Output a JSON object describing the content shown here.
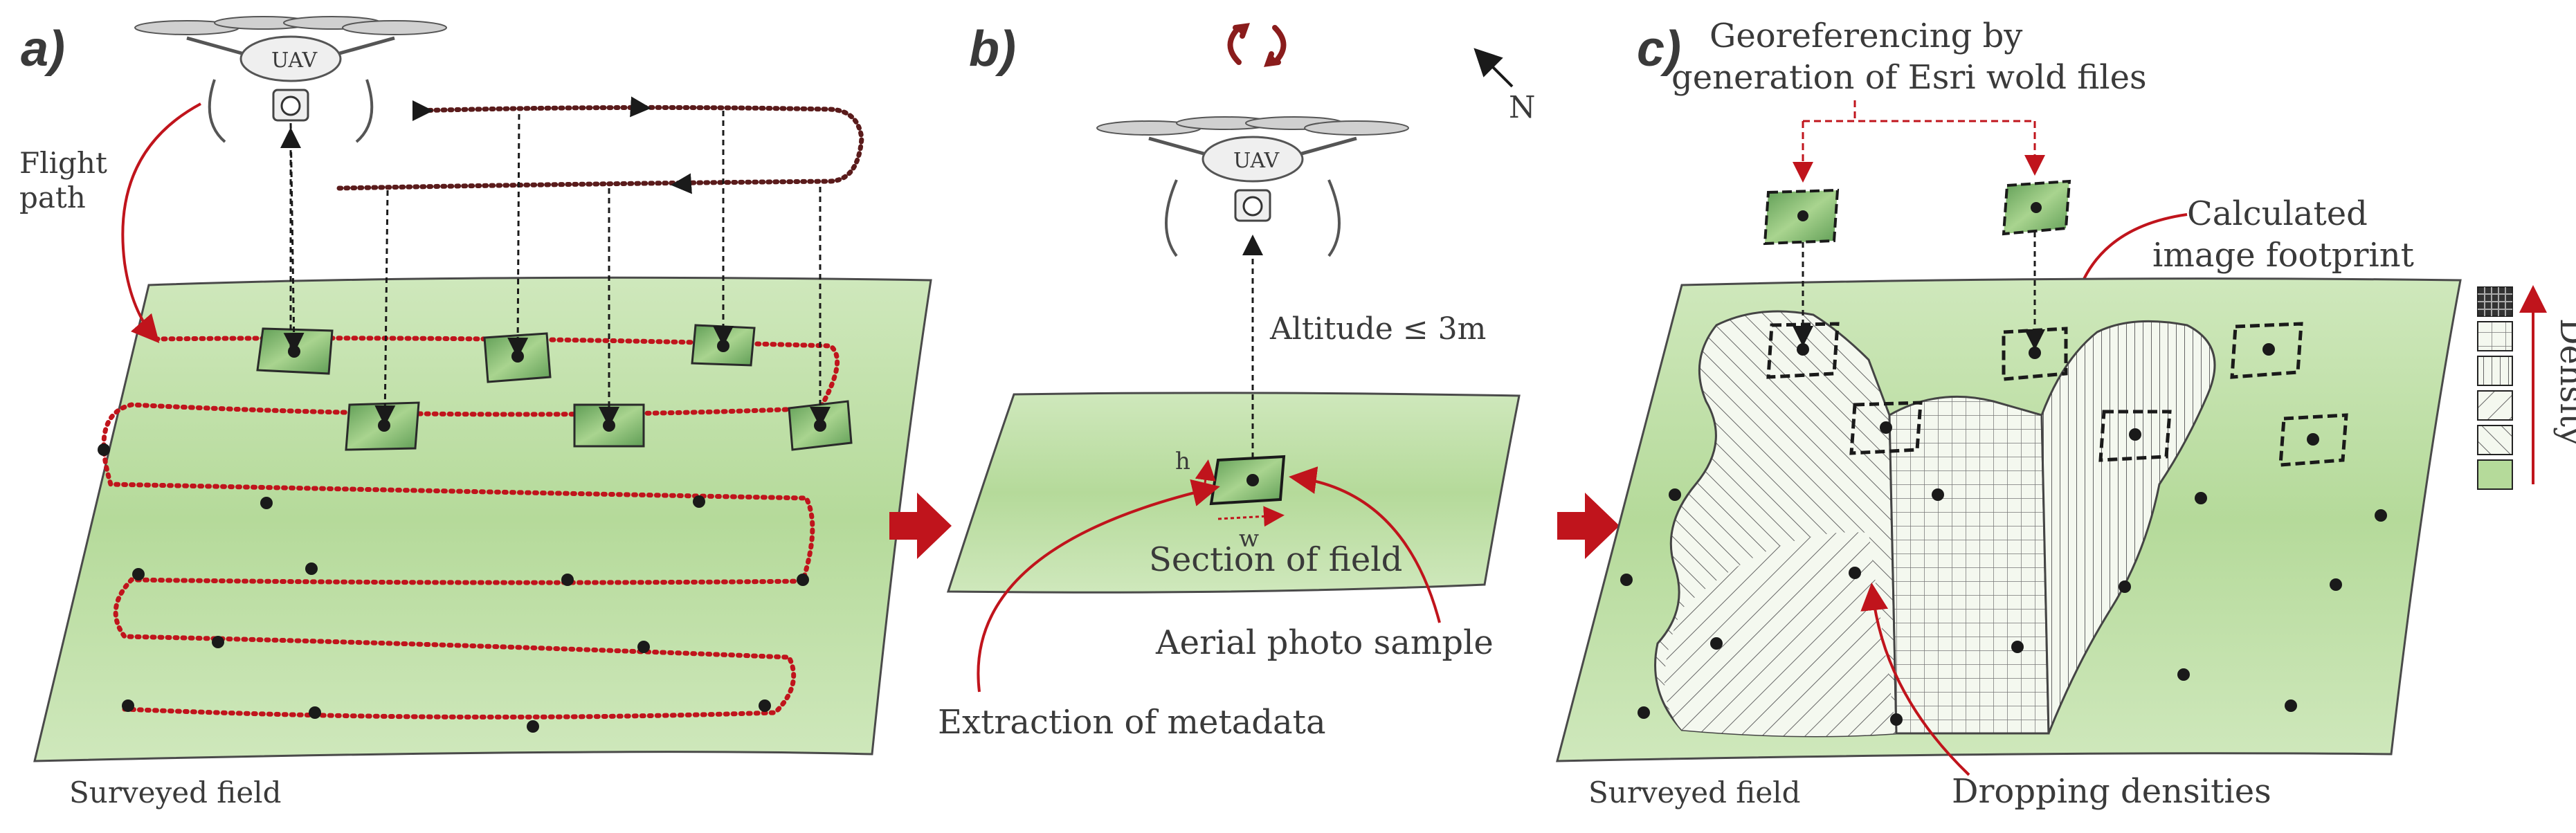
{
  "panels": {
    "a": {
      "label": "a)",
      "uav_label": "UAV",
      "flight_path_label_line1": "Flight",
      "flight_path_label_line2": "path",
      "field_label": "Surveyed field"
    },
    "b": {
      "label": "b)",
      "uav_label": "UAV",
      "north_label": "N",
      "altitude_label": "Altitude ≤ 3m",
      "h_label": "h",
      "w_label": "w",
      "section_label": "Section of field",
      "photo_label": "Aerial photo sample",
      "metadata_label": "Extraction of metadata"
    },
    "c": {
      "label": "c)",
      "georef_line1": "Georeferencing by",
      "georef_line2": "generation of Esri wold files",
      "footprint_line1": "Calculated",
      "footprint_line2": "image footprint",
      "density_label": "Density",
      "field_label": "Surveyed field",
      "dropping_label": "Dropping densities"
    }
  },
  "colors": {
    "field_green": "#c6e4b0",
    "field_border": "#4a4a4a",
    "path_red": "#c0141c",
    "arrow_red": "#c0141c",
    "big_arrow": "#c0141c",
    "dark": "#1a1a1a"
  }
}
